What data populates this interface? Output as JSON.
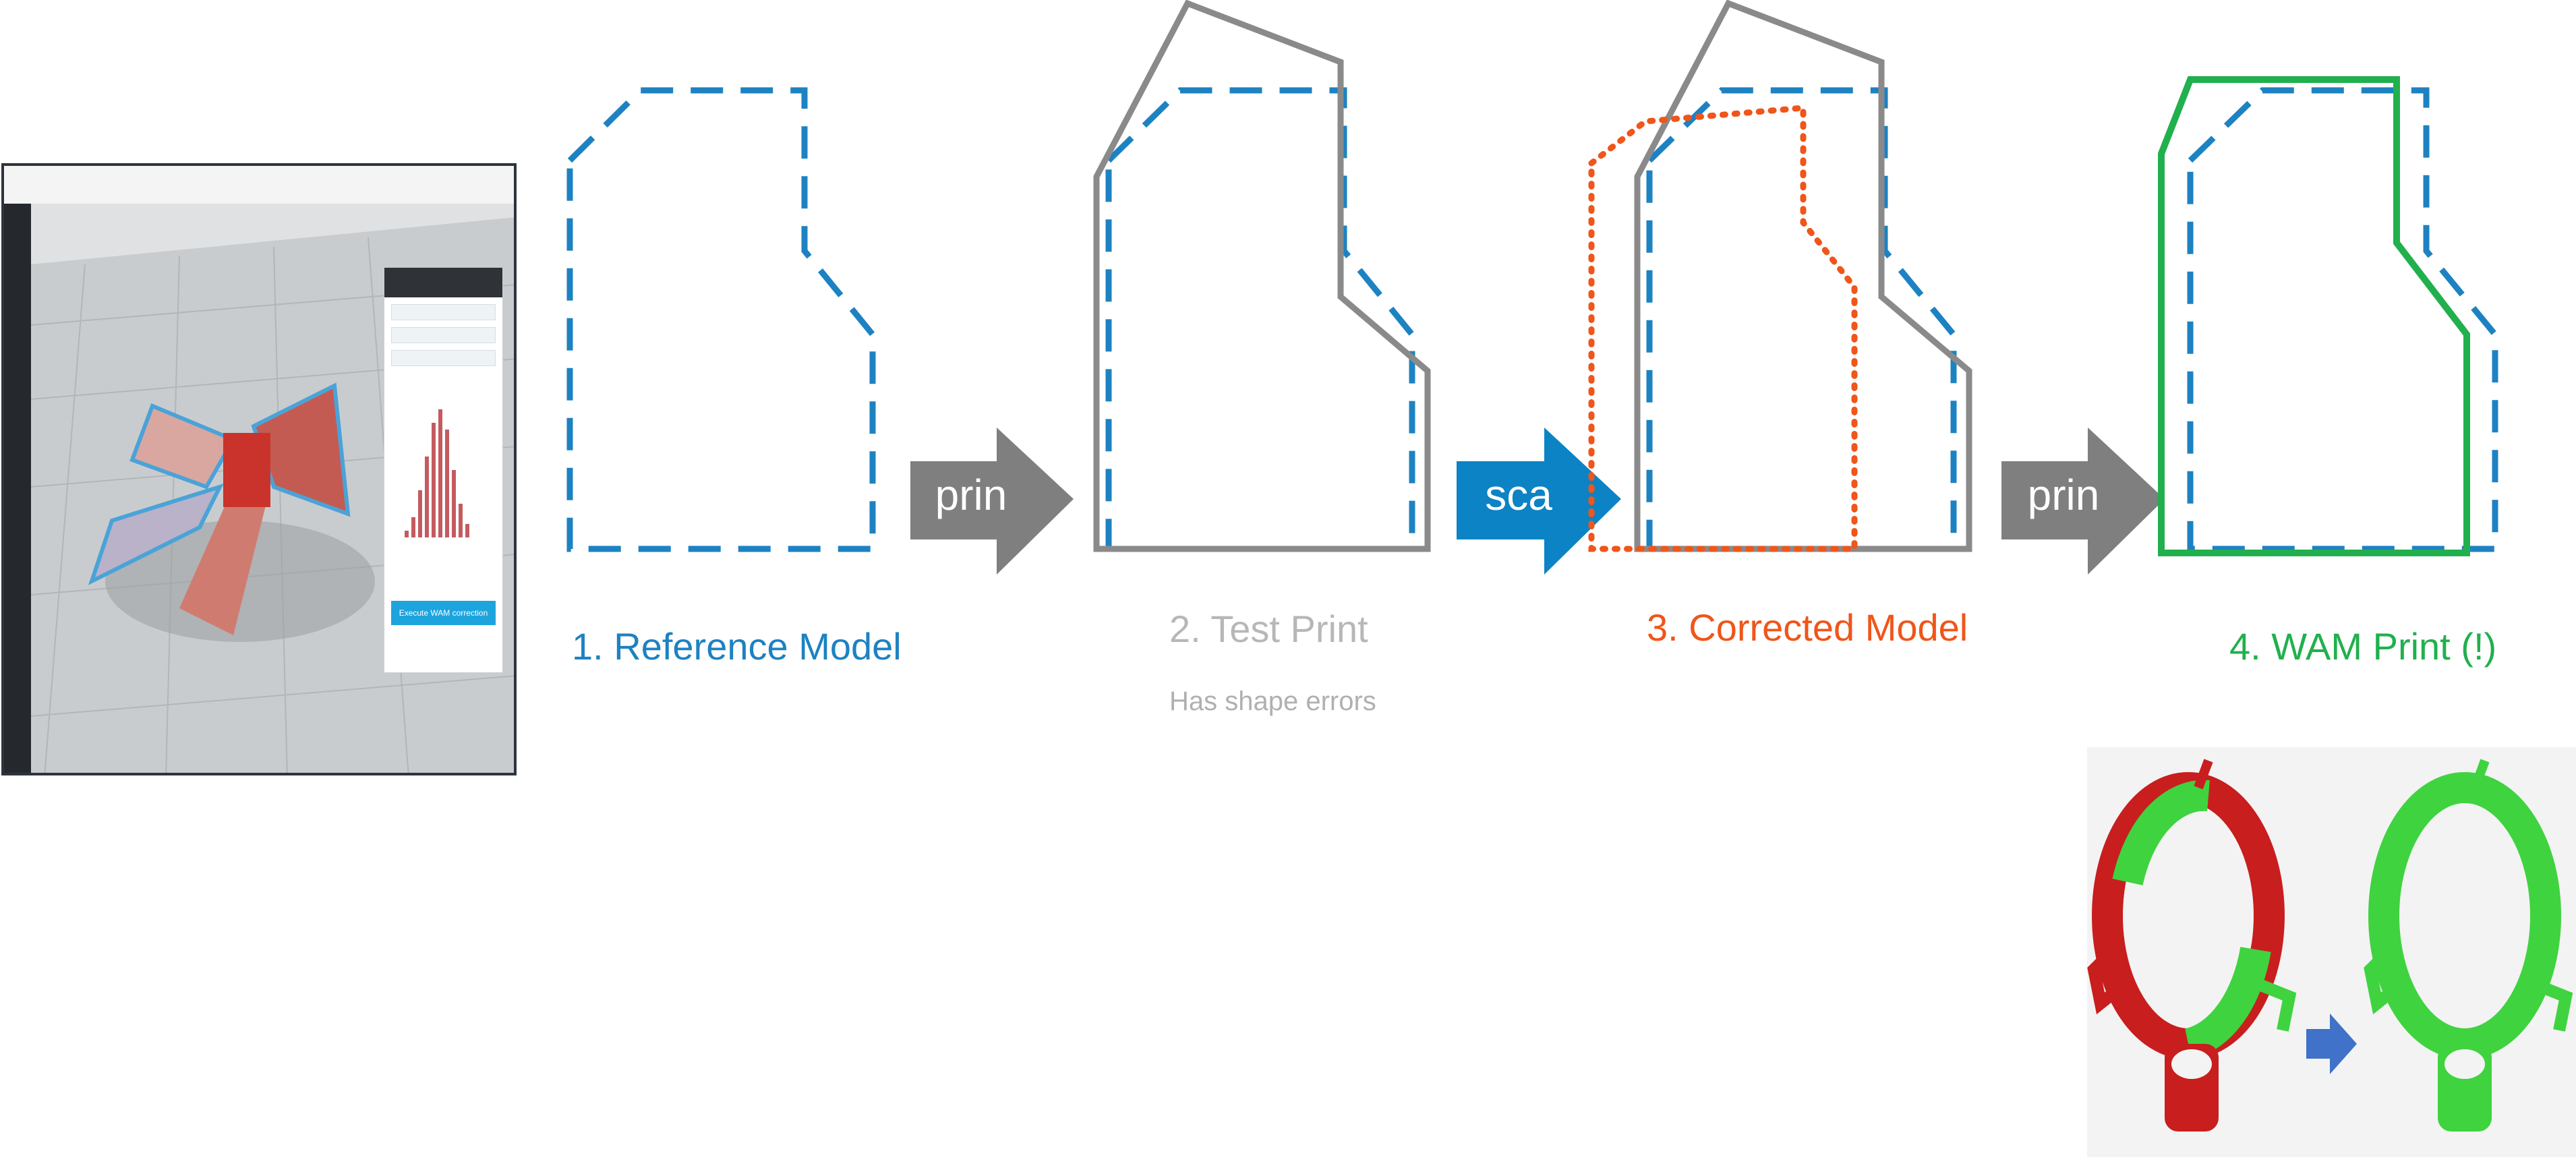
{
  "steps": [
    {
      "label": "1. Reference Model",
      "color": "#1d82c2"
    },
    {
      "label": "2. Test Print",
      "sublabel": "Has shape errors",
      "color": "#b7b7b7"
    },
    {
      "label": "3. Corrected Model",
      "color": "#f0551a"
    },
    {
      "label": "4. WAM Print (!)",
      "color": "#21b04d"
    }
  ],
  "arrows": [
    {
      "label": "prin",
      "color": "#7f7f7f"
    },
    {
      "label": "sca",
      "color": "#0c83c4"
    },
    {
      "label": "prin",
      "color": "#7f7f7f"
    }
  ],
  "colors": {
    "reference": "#1d82c2",
    "test_print": "#7f7f7f",
    "corrected": "#f0551a",
    "wam": "#21b04d",
    "inset_arrow": "#3f72c8",
    "inset_green": "#3fd33f",
    "inset_red": "#c81e1e"
  },
  "app": {
    "panel_button": "Execute WAM correction"
  }
}
